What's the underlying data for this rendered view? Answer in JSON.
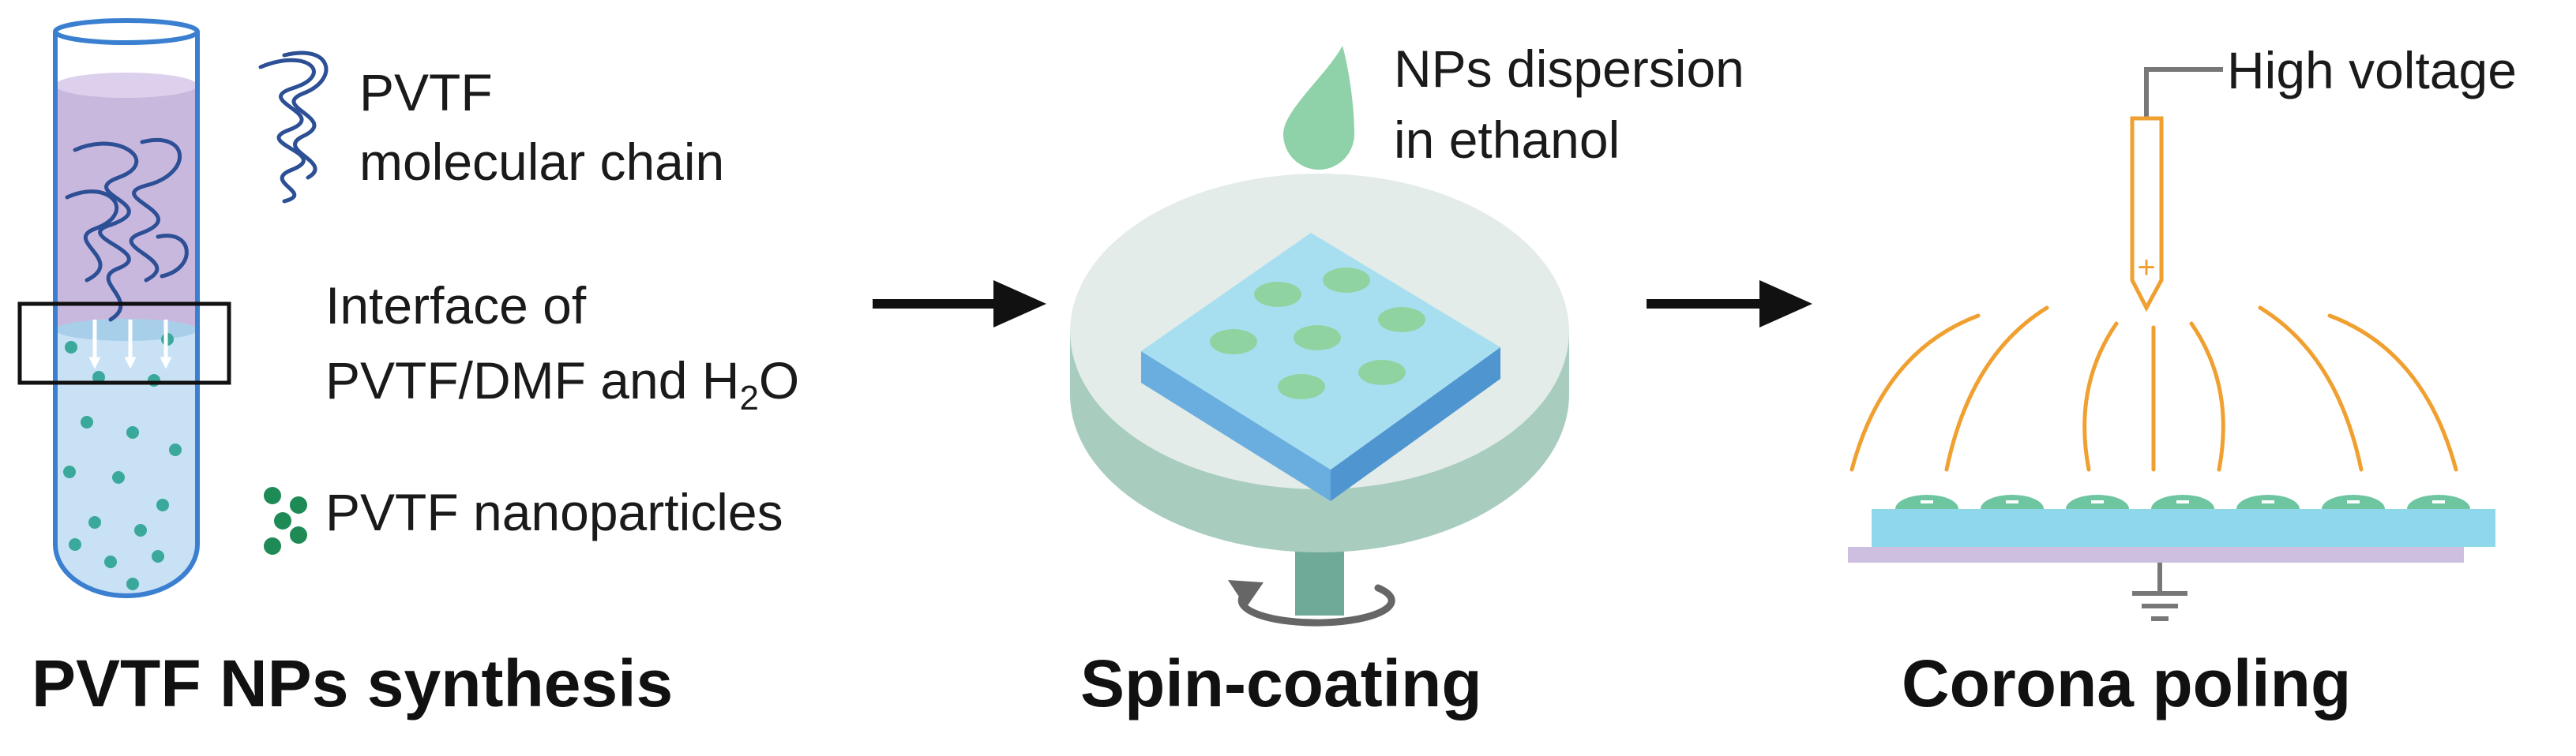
{
  "panel1": {
    "legend_chain": [
      "PVTF",
      "molecular chain"
    ],
    "interface_line1": "Interface of",
    "interface_line2_prefix": "PVTF/DMF and H",
    "interface_line2_sub": "2",
    "interface_line2_suffix": "O",
    "legend_particles": "PVTF nanoparticles",
    "title": "PVTF NPs synthesis"
  },
  "panel2": {
    "drop_label": [
      "NPs dispersion",
      "in ethanol"
    ],
    "title": "Spin-coating"
  },
  "panel3": {
    "electrode_label": "High voltage",
    "electrode_sign": "+",
    "title": "Corona poling"
  },
  "colors": {
    "tube_outline": "#3a7fd0",
    "solution_purple": "#c8b5dc",
    "solution_blue": "#c8e0f3",
    "polymer_chain": "#2c4f95",
    "nanoparticle": "#3aa89a",
    "legend_particle": "#1e8a55",
    "droplet": "#8fd1a8",
    "substrate_top": "#a8dff0",
    "substrate_side": "#5fa6dc",
    "dot_green": "#8fd4a0",
    "disk_top": "#e3ece8",
    "disk_side": "#a8cdbf",
    "spindle": "#6fa998",
    "electrode": "#f0a030",
    "field_line": "#f0a030",
    "poling_film": "#8fd8ec",
    "poling_base": "#cdbfe0",
    "arrow": "#111111"
  },
  "icons": [
    "test-tube-icon",
    "polymer-chain-icon",
    "nanoparticle-cluster-icon",
    "droplet-icon",
    "rotation-arrow-icon",
    "ground-symbol-icon",
    "electrode-needle-icon"
  ]
}
